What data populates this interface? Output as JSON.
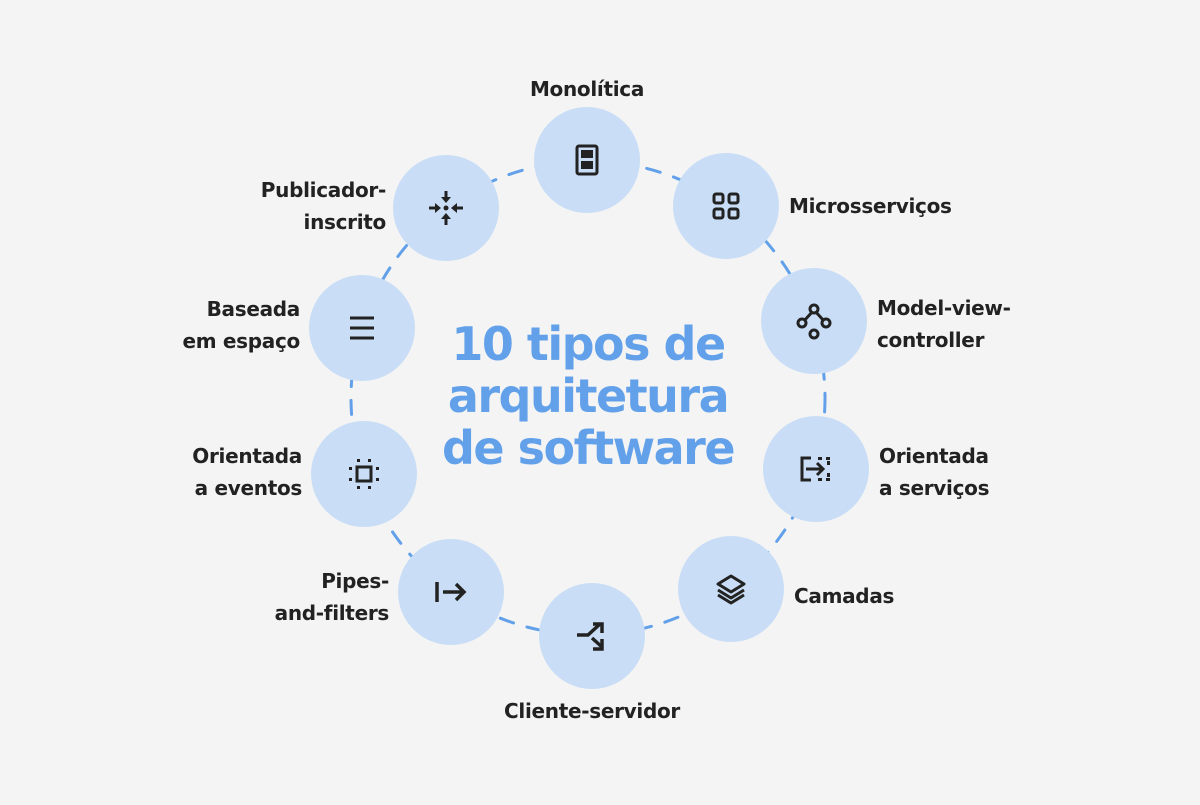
{
  "title": "10 tipos de\narquitetura\nde software",
  "colors": {
    "background": "#f4f4f4",
    "node_fill": "#c9def6",
    "ring_dash": "#62a1ea",
    "title": "#62a1ea",
    "label": "#222222",
    "icon": "#222222"
  },
  "nodes": [
    {
      "label": "Monolítica",
      "icon": "monolith-icon"
    },
    {
      "label": "Microsserviços",
      "icon": "grid-icon"
    },
    {
      "label": "Model-view-\ncontroller",
      "icon": "nodes-tree-icon"
    },
    {
      "label": "Orientada\na serviços",
      "icon": "export-arrow-icon"
    },
    {
      "label": "Camadas",
      "icon": "layers-icon"
    },
    {
      "label": "Cliente-servidor",
      "icon": "split-arrows-icon"
    },
    {
      "label": "Pipes-\nand-filters",
      "icon": "arrow-to-right-icon"
    },
    {
      "label": "Orientada\na eventos",
      "icon": "select-square-icon"
    },
    {
      "label": "Baseada\nem espaço",
      "icon": "menu-lines-icon"
    },
    {
      "label": "Publicador-\ninscrito",
      "icon": "converge-arrows-icon"
    }
  ]
}
